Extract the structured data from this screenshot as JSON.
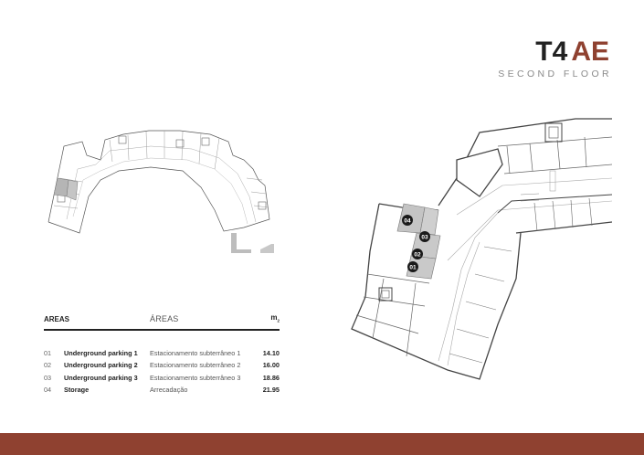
{
  "header": {
    "unit_code_main": "T4",
    "unit_code_suffix": "AE",
    "floor": "SECOND FLOOR"
  },
  "colors": {
    "accent": "#8f4130",
    "text_dark": "#222222",
    "text_muted": "#8a8a8a",
    "highlight_fill": "#c9c9c9"
  },
  "areas_table": {
    "header_en": "AREAS",
    "header_pt": "ÁREAS",
    "header_unit": "m",
    "header_unit_sub": "2",
    "rows": [
      {
        "num": "01",
        "en": "Underground parking 1",
        "pt": "Estacionamento subterrâneo 1",
        "value": "14.10"
      },
      {
        "num": "02",
        "en": "Underground parking 2",
        "pt": "Estacionamento subterrâneo 2",
        "value": "16.00"
      },
      {
        "num": "03",
        "en": "Underground parking 3",
        "pt": "Estacionamento subterrâneo 3",
        "value": "18.86"
      },
      {
        "num": "04",
        "en": "Storage",
        "pt": "Arrecadação",
        "value": "21.95"
      }
    ]
  },
  "plan_markers": [
    {
      "label": "01"
    },
    {
      "label": "02"
    },
    {
      "label": "03"
    },
    {
      "label": "04"
    }
  ]
}
